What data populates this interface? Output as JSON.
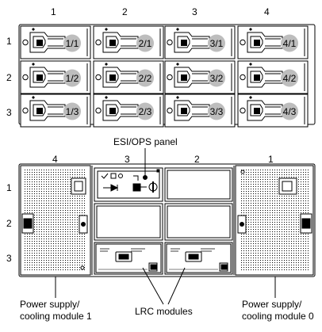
{
  "top_view": {
    "column_labels": [
      "1",
      "2",
      "3",
      "4"
    ],
    "row_labels": [
      "1",
      "2",
      "3"
    ],
    "drive_labels": [
      [
        "1/1",
        "2/1",
        "3/1",
        "4/1"
      ],
      [
        "1/2",
        "2/2",
        "3/2",
        "4/2"
      ],
      [
        "1/3",
        "2/3",
        "3/3",
        "4/3"
      ]
    ]
  },
  "rear_view": {
    "column_labels": [
      "4",
      "3",
      "2",
      "1"
    ],
    "row_labels": [
      "1",
      "2",
      "3"
    ],
    "esi_ops_label": "ESI/OPS panel",
    "psu_left_label": [
      "Power supply/",
      "cooling module 1"
    ],
    "psu_right_label": [
      "Power supply/",
      "cooling module 0"
    ],
    "lrc_label": "LRC modules"
  }
}
